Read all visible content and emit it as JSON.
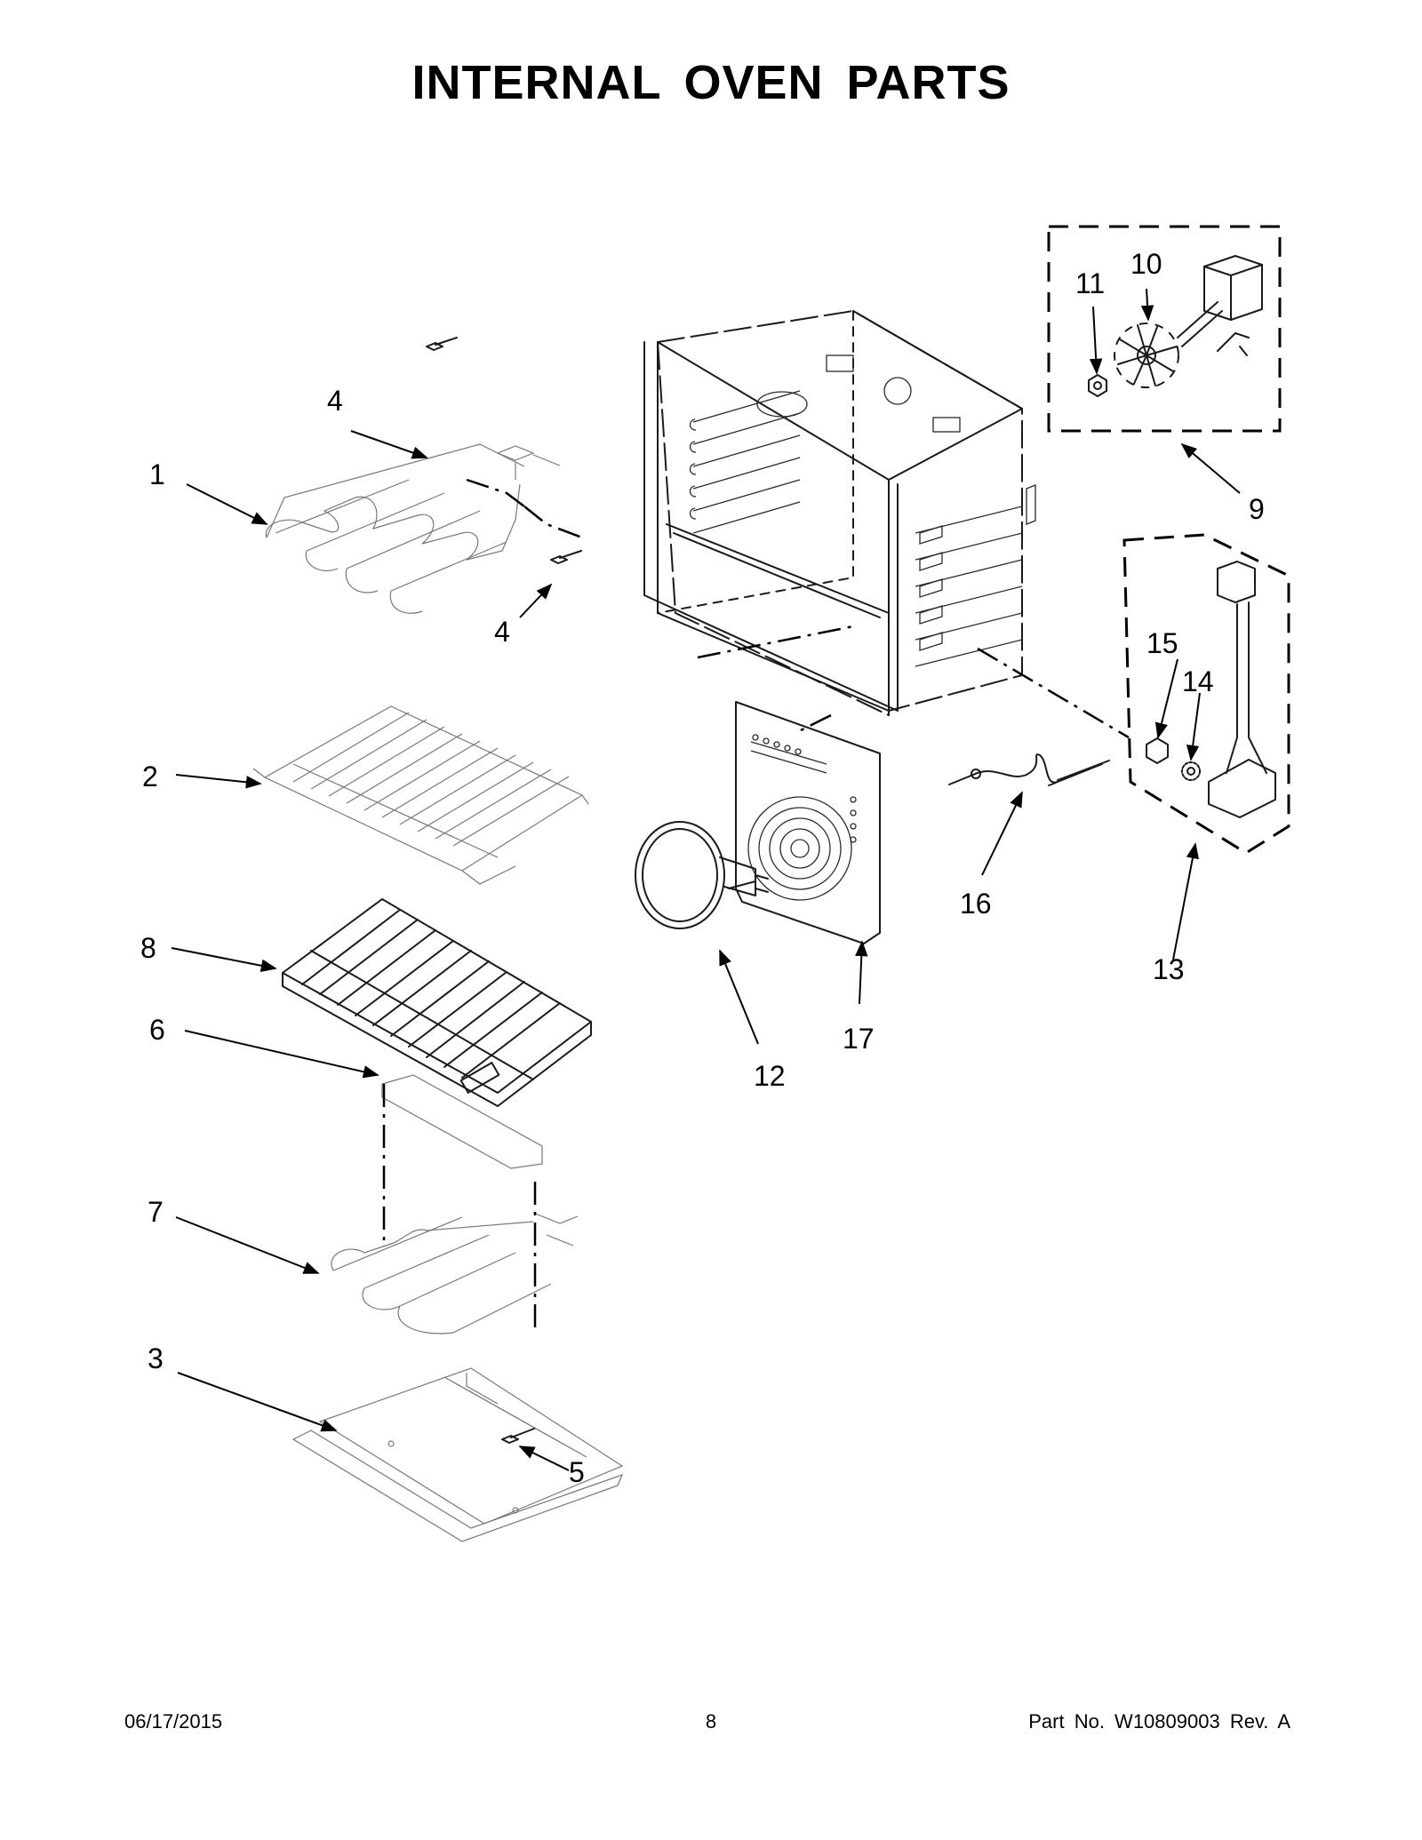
{
  "title": "INTERNAL OVEN PARTS",
  "callouts": [
    {
      "number": "1",
      "part": "upper-element"
    },
    {
      "number": "2",
      "part": "oven-rack"
    },
    {
      "number": "3",
      "part": "bottom-cover"
    },
    {
      "number": "4",
      "part": "screw"
    },
    {
      "number": "4",
      "part": "screw"
    },
    {
      "number": "5",
      "part": "screw"
    },
    {
      "number": "6",
      "part": "heat-shield"
    },
    {
      "number": "7",
      "part": "bake-element"
    },
    {
      "number": "8",
      "part": "roll-out-rack"
    },
    {
      "number": "9",
      "part": "convection-motor-kit"
    },
    {
      "number": "10",
      "part": "fan-blade"
    },
    {
      "number": "11",
      "part": "nut"
    },
    {
      "number": "12",
      "part": "convection-element"
    },
    {
      "number": "13",
      "part": "sensor-kit"
    },
    {
      "number": "14",
      "part": "washer"
    },
    {
      "number": "15",
      "part": "nut"
    },
    {
      "number": "16",
      "part": "temperature-probe"
    },
    {
      "number": "17",
      "part": "convection-cover"
    }
  ],
  "footer": {
    "date": "06/17/2015",
    "page": "8",
    "part_number": "Part No.  W10809003  Rev.  A"
  }
}
